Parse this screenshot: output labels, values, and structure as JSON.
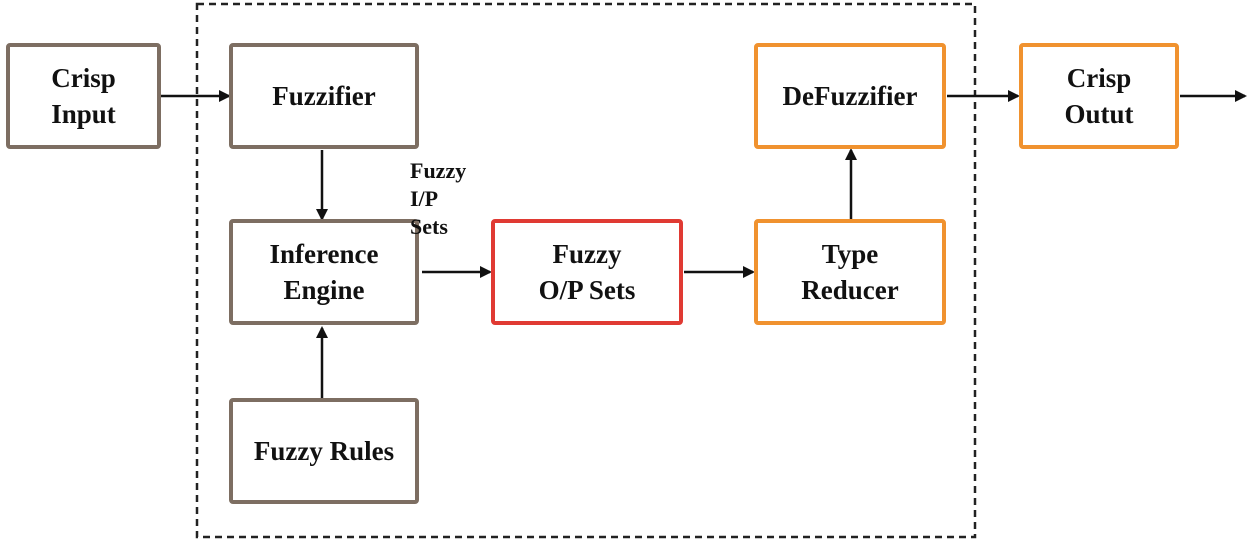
{
  "colors": {
    "brown": "#7d6e62",
    "red": "#e03a33",
    "orange": "#f0922f",
    "arrow": "#111111",
    "dashed": "#222222"
  },
  "boxes": {
    "crisp_input": "Crisp\nInput",
    "fuzzifier": "Fuzzifier",
    "inference_engine": "Inference\nEngine",
    "fuzzy_rules": "Fuzzy Rules",
    "fuzzy_op_sets": "Fuzzy\nO/P Sets",
    "type_reducer": "Type\nReducer",
    "defuzzifier": "DeFuzzifier",
    "crisp_output": "Crisp\nOutut"
  },
  "labels": {
    "fuzzy_ip_sets": "Fuzzy\nI/P Sets"
  }
}
